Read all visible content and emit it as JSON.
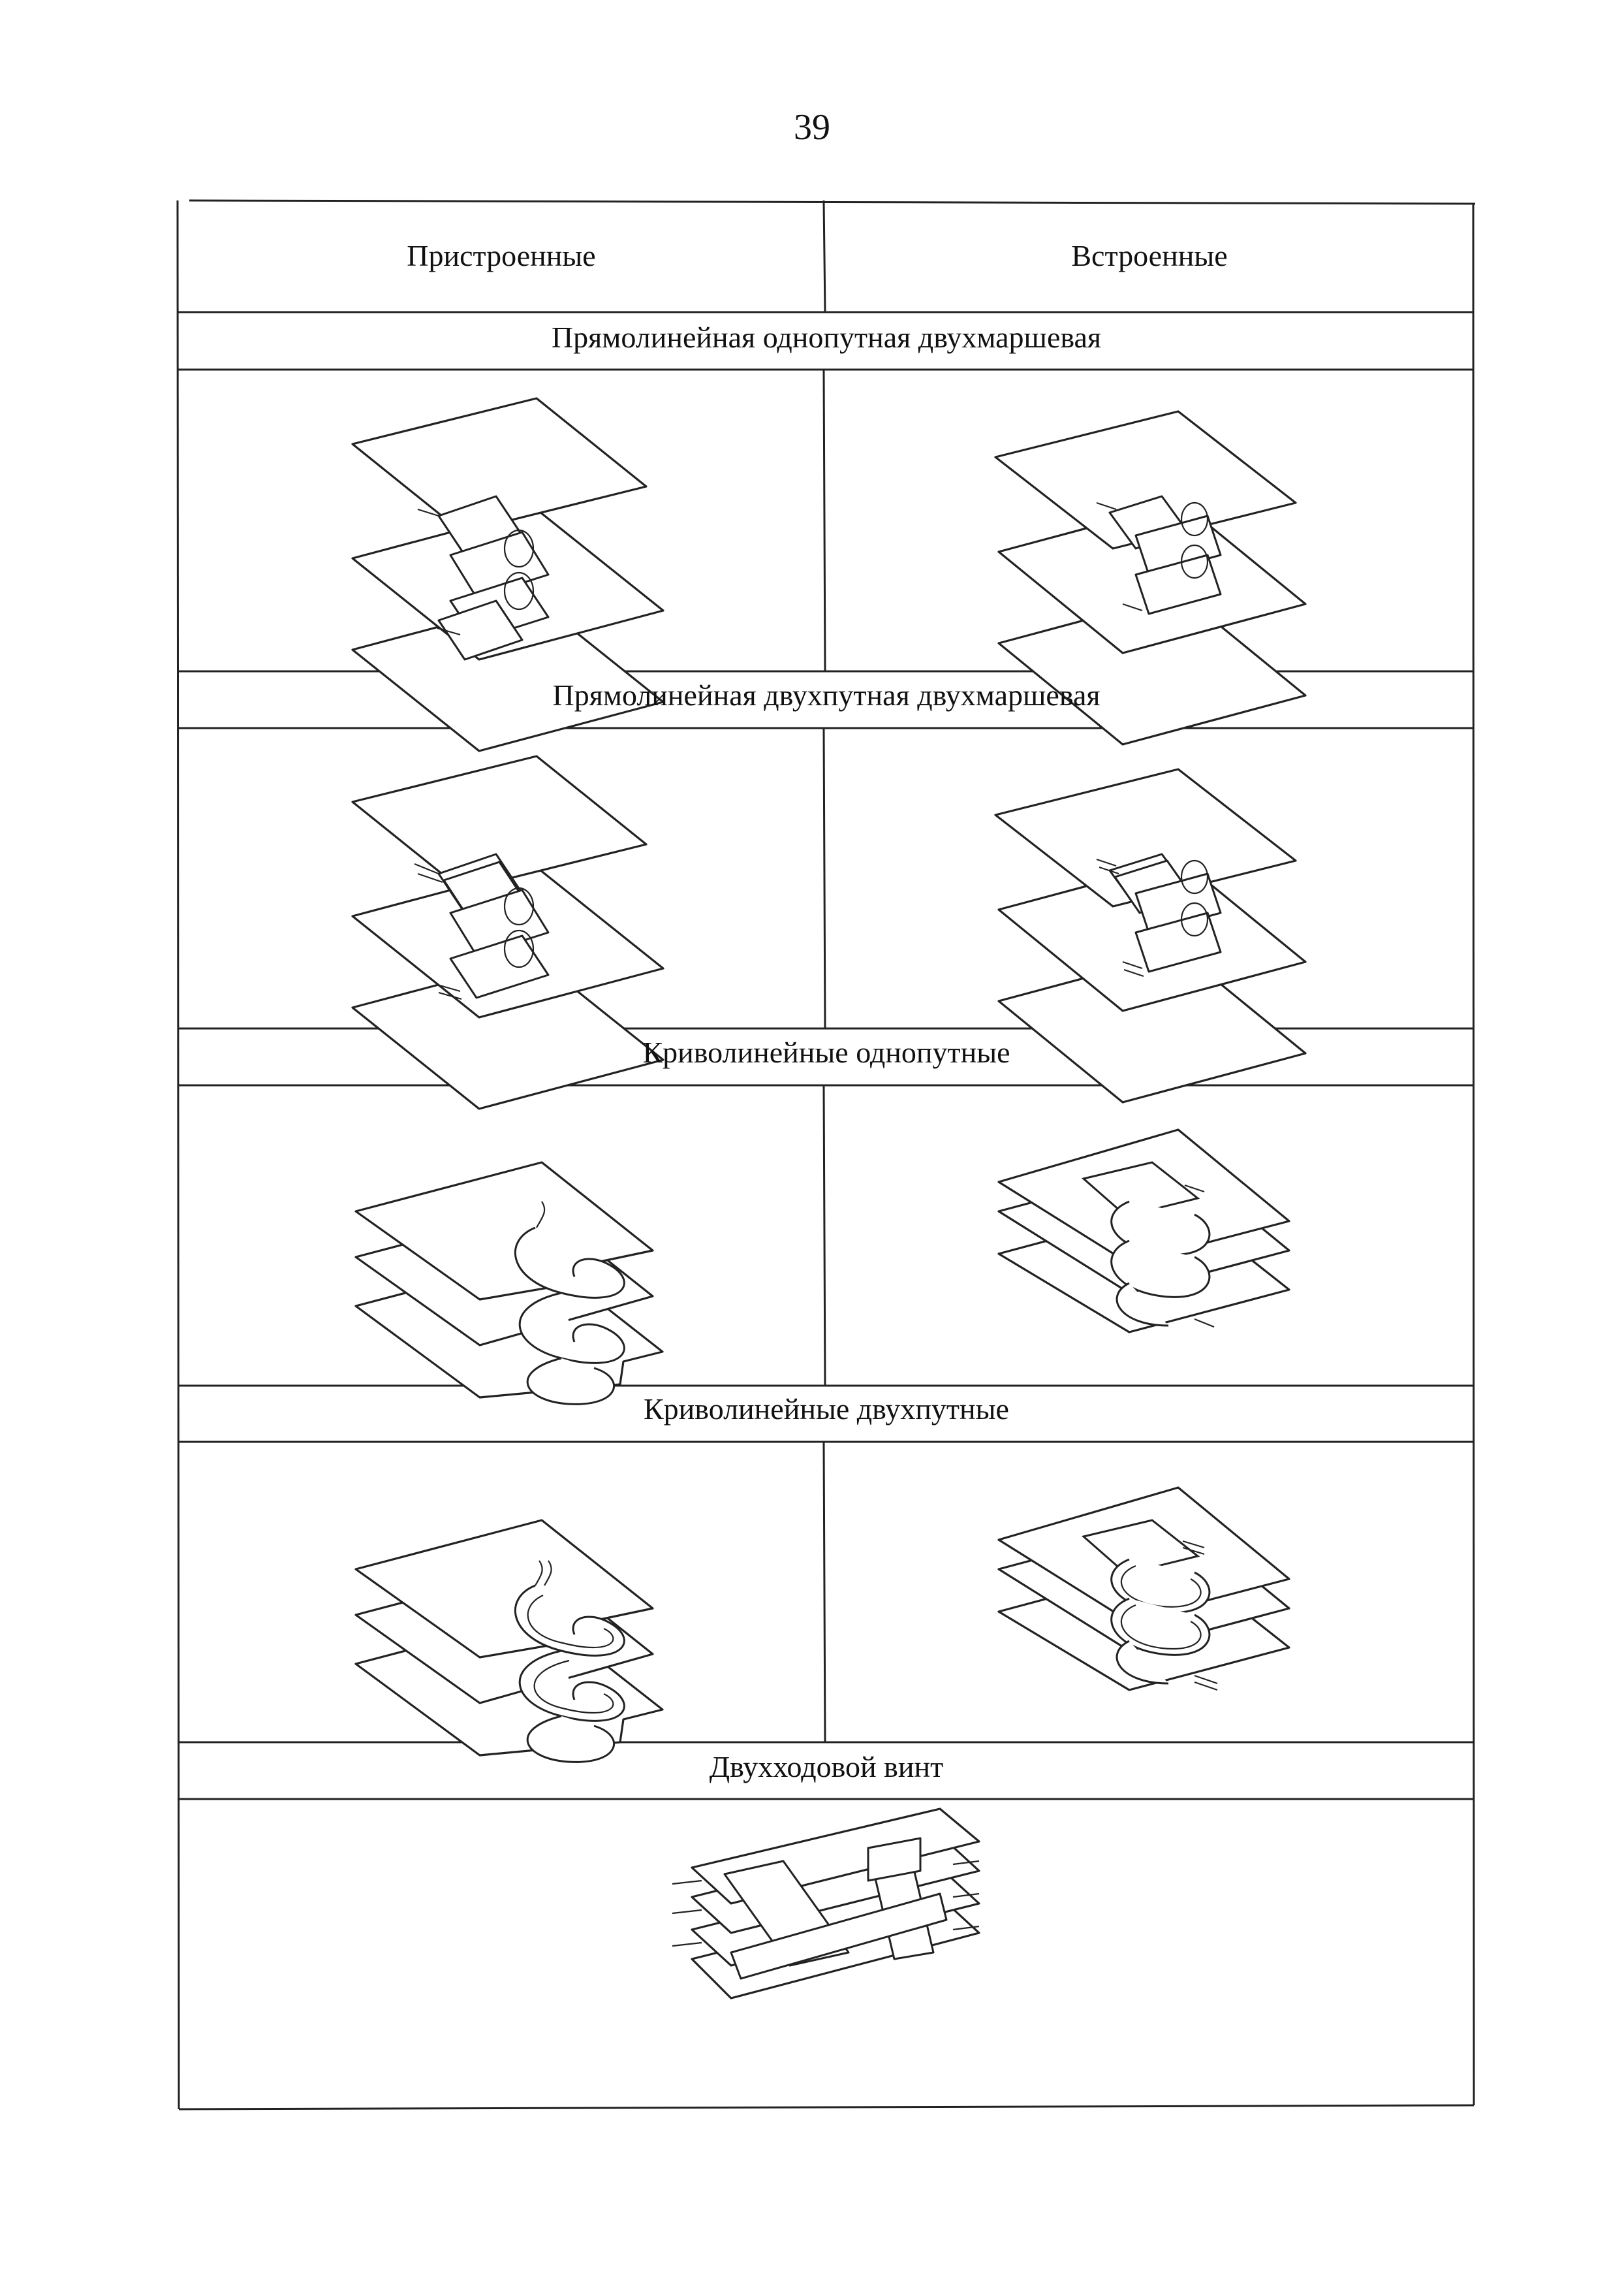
{
  "page": {
    "number": "39"
  },
  "table": {
    "headers": [
      "Пристроенные",
      "Встроенные"
    ],
    "sections": [
      {
        "title": "Прямолинейная однопутная двухмаршевая"
      },
      {
        "title": "Прямолинейная двухпутная двухмаршевая"
      },
      {
        "title": "Криволинейные однопутные"
      },
      {
        "title": "Криволинейные двухпутные"
      },
      {
        "title": "Двухходовой винт"
      }
    ]
  },
  "colors": {
    "ink": "#222222",
    "paper": "#ffffff"
  }
}
